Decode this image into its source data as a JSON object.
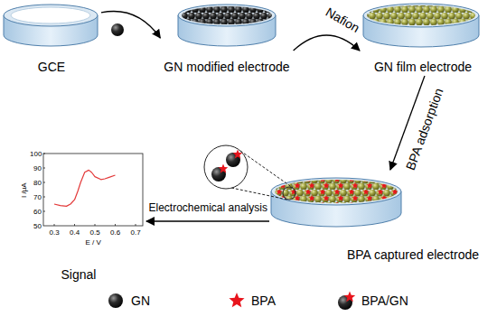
{
  "diagram": {
    "nodes": [
      {
        "text": [
          "GCE"
        ]
      },
      {
        "text": [
          "GN modified electrode"
        ]
      },
      {
        "text": [
          "GN film electrode"
        ]
      },
      {
        "text": [
          "BPA captured electrode"
        ]
      },
      {
        "text": [
          "Signal"
        ]
      }
    ],
    "edges": [
      {
        "from": 0,
        "to": 1,
        "arrow": "to"
      },
      {
        "from": 1,
        "to": 2,
        "label": "Nafion",
        "arrow": "to"
      },
      {
        "from": 2,
        "to": 3,
        "label": "BPA adsorption",
        "arrow": "to"
      },
      {
        "from": 3,
        "to": 4,
        "label": "Electrochemical analysis",
        "arrow": "to"
      }
    ],
    "labels": [
      "100",
      "90",
      "80",
      "70",
      "60",
      "50",
      "0.3",
      "0.4",
      "0.5",
      "0.6",
      "0.7",
      "I /μA",
      "E / V"
    ],
    "legend": [
      {
        "text": "GN"
      },
      {
        "text": "BPA"
      },
      {
        "text": "BPA/GN"
      }
    ]
  }
}
